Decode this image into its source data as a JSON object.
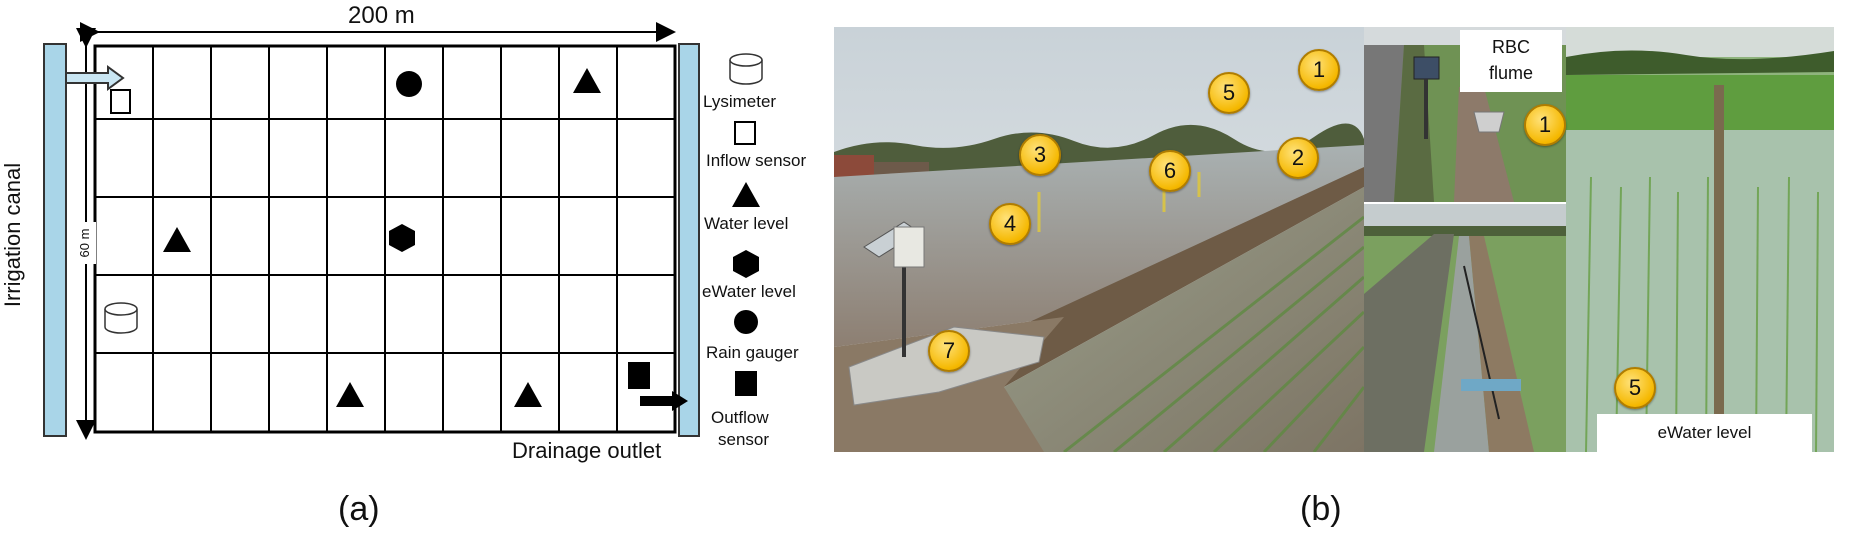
{
  "panel_a": {
    "width_label": "200 m",
    "height_label": "60 m",
    "canal_label": "Irrigation canal",
    "outlet_label": "Drainage outlet",
    "caption": "(a)",
    "legend": [
      {
        "icon": "cylinder-icon",
        "label": "Lysimeter"
      },
      {
        "icon": "square-outline-icon",
        "label": "Inflow sensor"
      },
      {
        "icon": "triangle-icon",
        "label": "Water level"
      },
      {
        "icon": "hexagon-icon",
        "label": "eWater level"
      },
      {
        "icon": "circle-icon",
        "label": "Rain gauger"
      },
      {
        "icon": "square-filled-icon",
        "label": "Outflow",
        "label2": "sensor"
      }
    ]
  },
  "panel_b": {
    "caption": "(b)",
    "rbc_label_1": "RBC",
    "rbc_label_2": "flume",
    "ewater_label": "eWater level",
    "badges": [
      "1",
      "2",
      "3",
      "4",
      "5",
      "6",
      "7",
      "1",
      "5"
    ]
  },
  "colors": {
    "canal_fill": "#a9d5e8",
    "badge": "#f5b800",
    "grid": "#000000"
  }
}
